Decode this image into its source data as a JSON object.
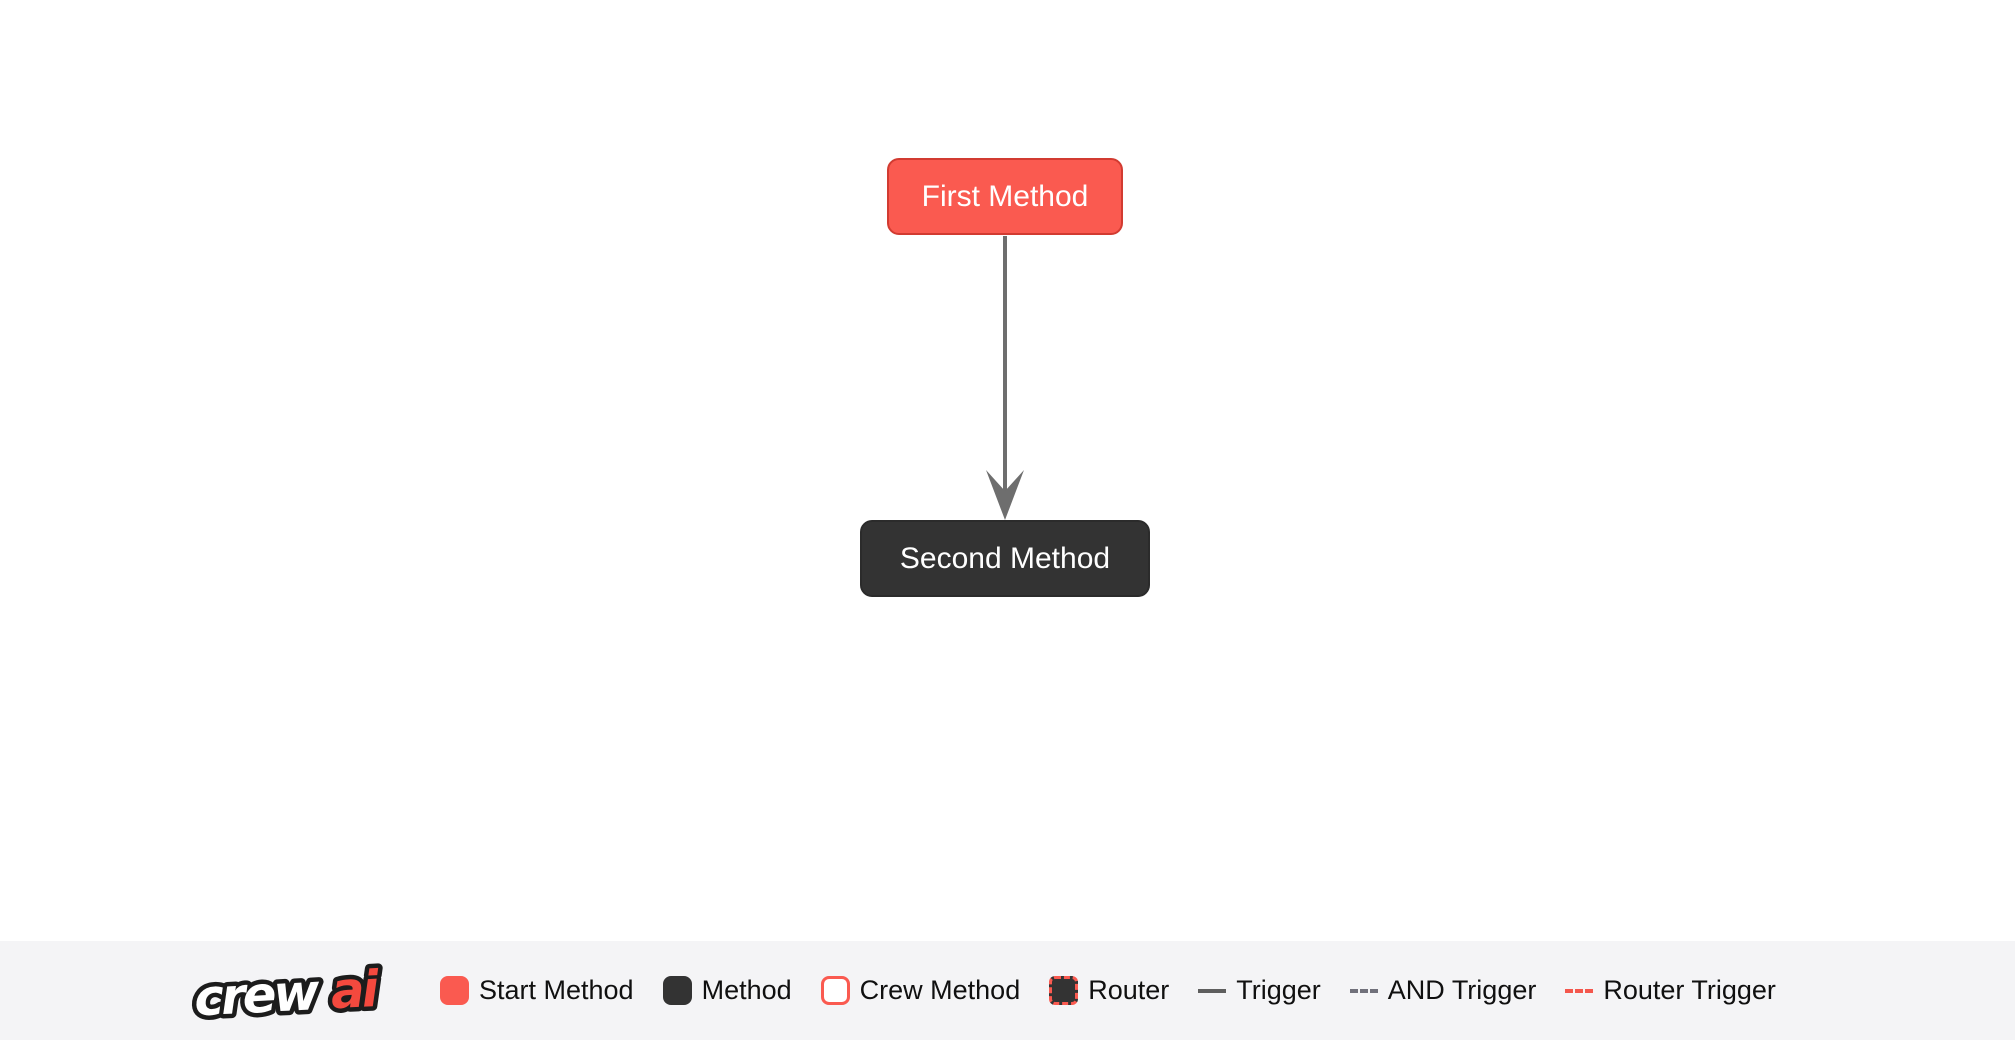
{
  "flow": {
    "nodes": [
      {
        "id": "first_method",
        "label": "First Method",
        "type": "start-method"
      },
      {
        "id": "second_method",
        "label": "Second Method",
        "type": "method"
      }
    ],
    "edges": [
      {
        "from": "first_method",
        "to": "second_method",
        "type": "trigger"
      }
    ]
  },
  "legend": {
    "logo": {
      "crew": "crew",
      "ai": "ai"
    },
    "items": [
      {
        "label": "Start Method",
        "swatch": "start-method-swatch"
      },
      {
        "label": "Method",
        "swatch": "method-swatch"
      },
      {
        "label": "Crew Method",
        "swatch": "crew-method-swatch"
      },
      {
        "label": "Router",
        "swatch": "router-swatch"
      },
      {
        "label": "Trigger",
        "swatch": "trigger-line"
      },
      {
        "label": "AND Trigger",
        "swatch": "and-trigger-line"
      },
      {
        "label": "Router Trigger",
        "swatch": "router-trigger-line"
      }
    ]
  },
  "colors": {
    "start_method": "#FA5A50",
    "start_method_border": "#D23B31",
    "method": "#333333",
    "edge": "#6E6E6E",
    "router_trigger": "#F4574D",
    "and_trigger": "#70707A",
    "legend_background": "#F4F4F6",
    "canvas_background": "#FFFFFF",
    "node_text": "#FFFFFF",
    "legend_text": "#101010"
  }
}
